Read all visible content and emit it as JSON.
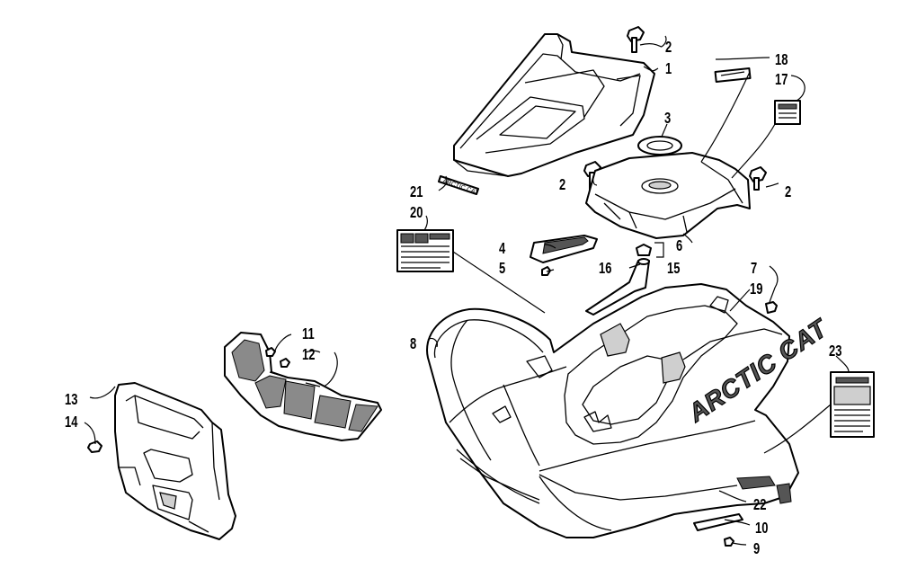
{
  "callouts": [
    "1",
    "2",
    "3",
    "4",
    "5",
    "6",
    "7",
    "8",
    "9",
    "10",
    "11",
    "12",
    "13",
    "14",
    "15",
    "16",
    "17",
    "18",
    "19",
    "20",
    "21",
    "22",
    "23"
  ],
  "decal_text": {
    "brand": "ARCTIC CAT"
  }
}
